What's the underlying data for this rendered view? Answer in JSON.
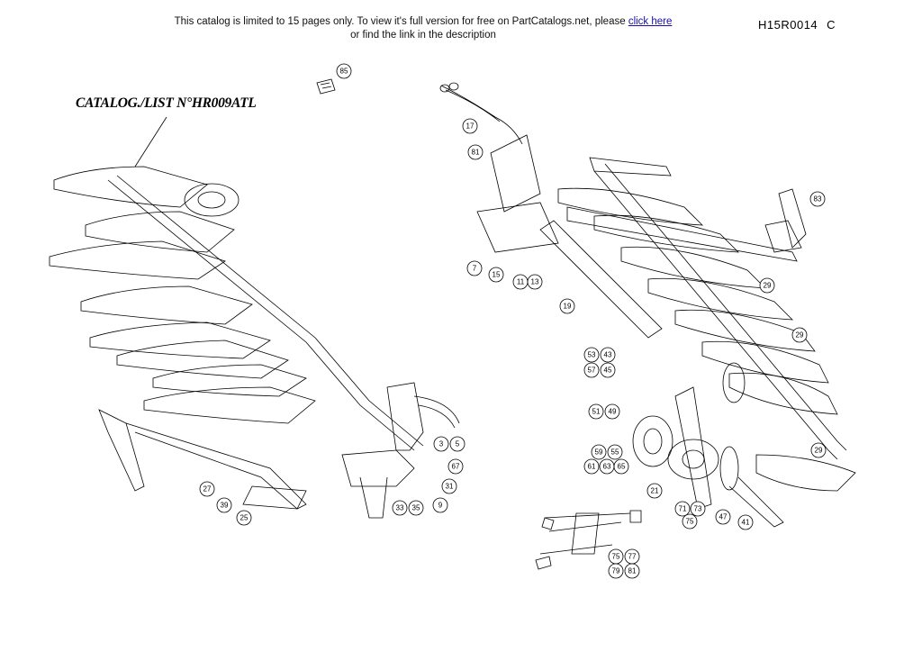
{
  "notice": {
    "line1_text": "This catalog is limited to 15 pages only. To view it's full version for free on PartCatalogs.net, please ",
    "link_text": "click here",
    "line2_text": "or find the link in the description"
  },
  "drawing_code": "H15R0014",
  "revision": "C",
  "catalog_title": "CATALOG./LIST N°HR009ATL",
  "callout_labels": [
    "85",
    "17",
    "81",
    "83",
    "7",
    "15",
    "11",
    "13",
    "29",
    "19",
    "29",
    "53",
    "43",
    "57",
    "45",
    "51",
    "49",
    "3",
    "5",
    "67",
    "31",
    "59",
    "55",
    "61",
    "63",
    "65",
    "29",
    "21",
    "27",
    "39",
    "25",
    "33",
    "35",
    "9",
    "71",
    "73",
    "75",
    "47",
    "41",
    "75",
    "77",
    "79",
    "81"
  ]
}
